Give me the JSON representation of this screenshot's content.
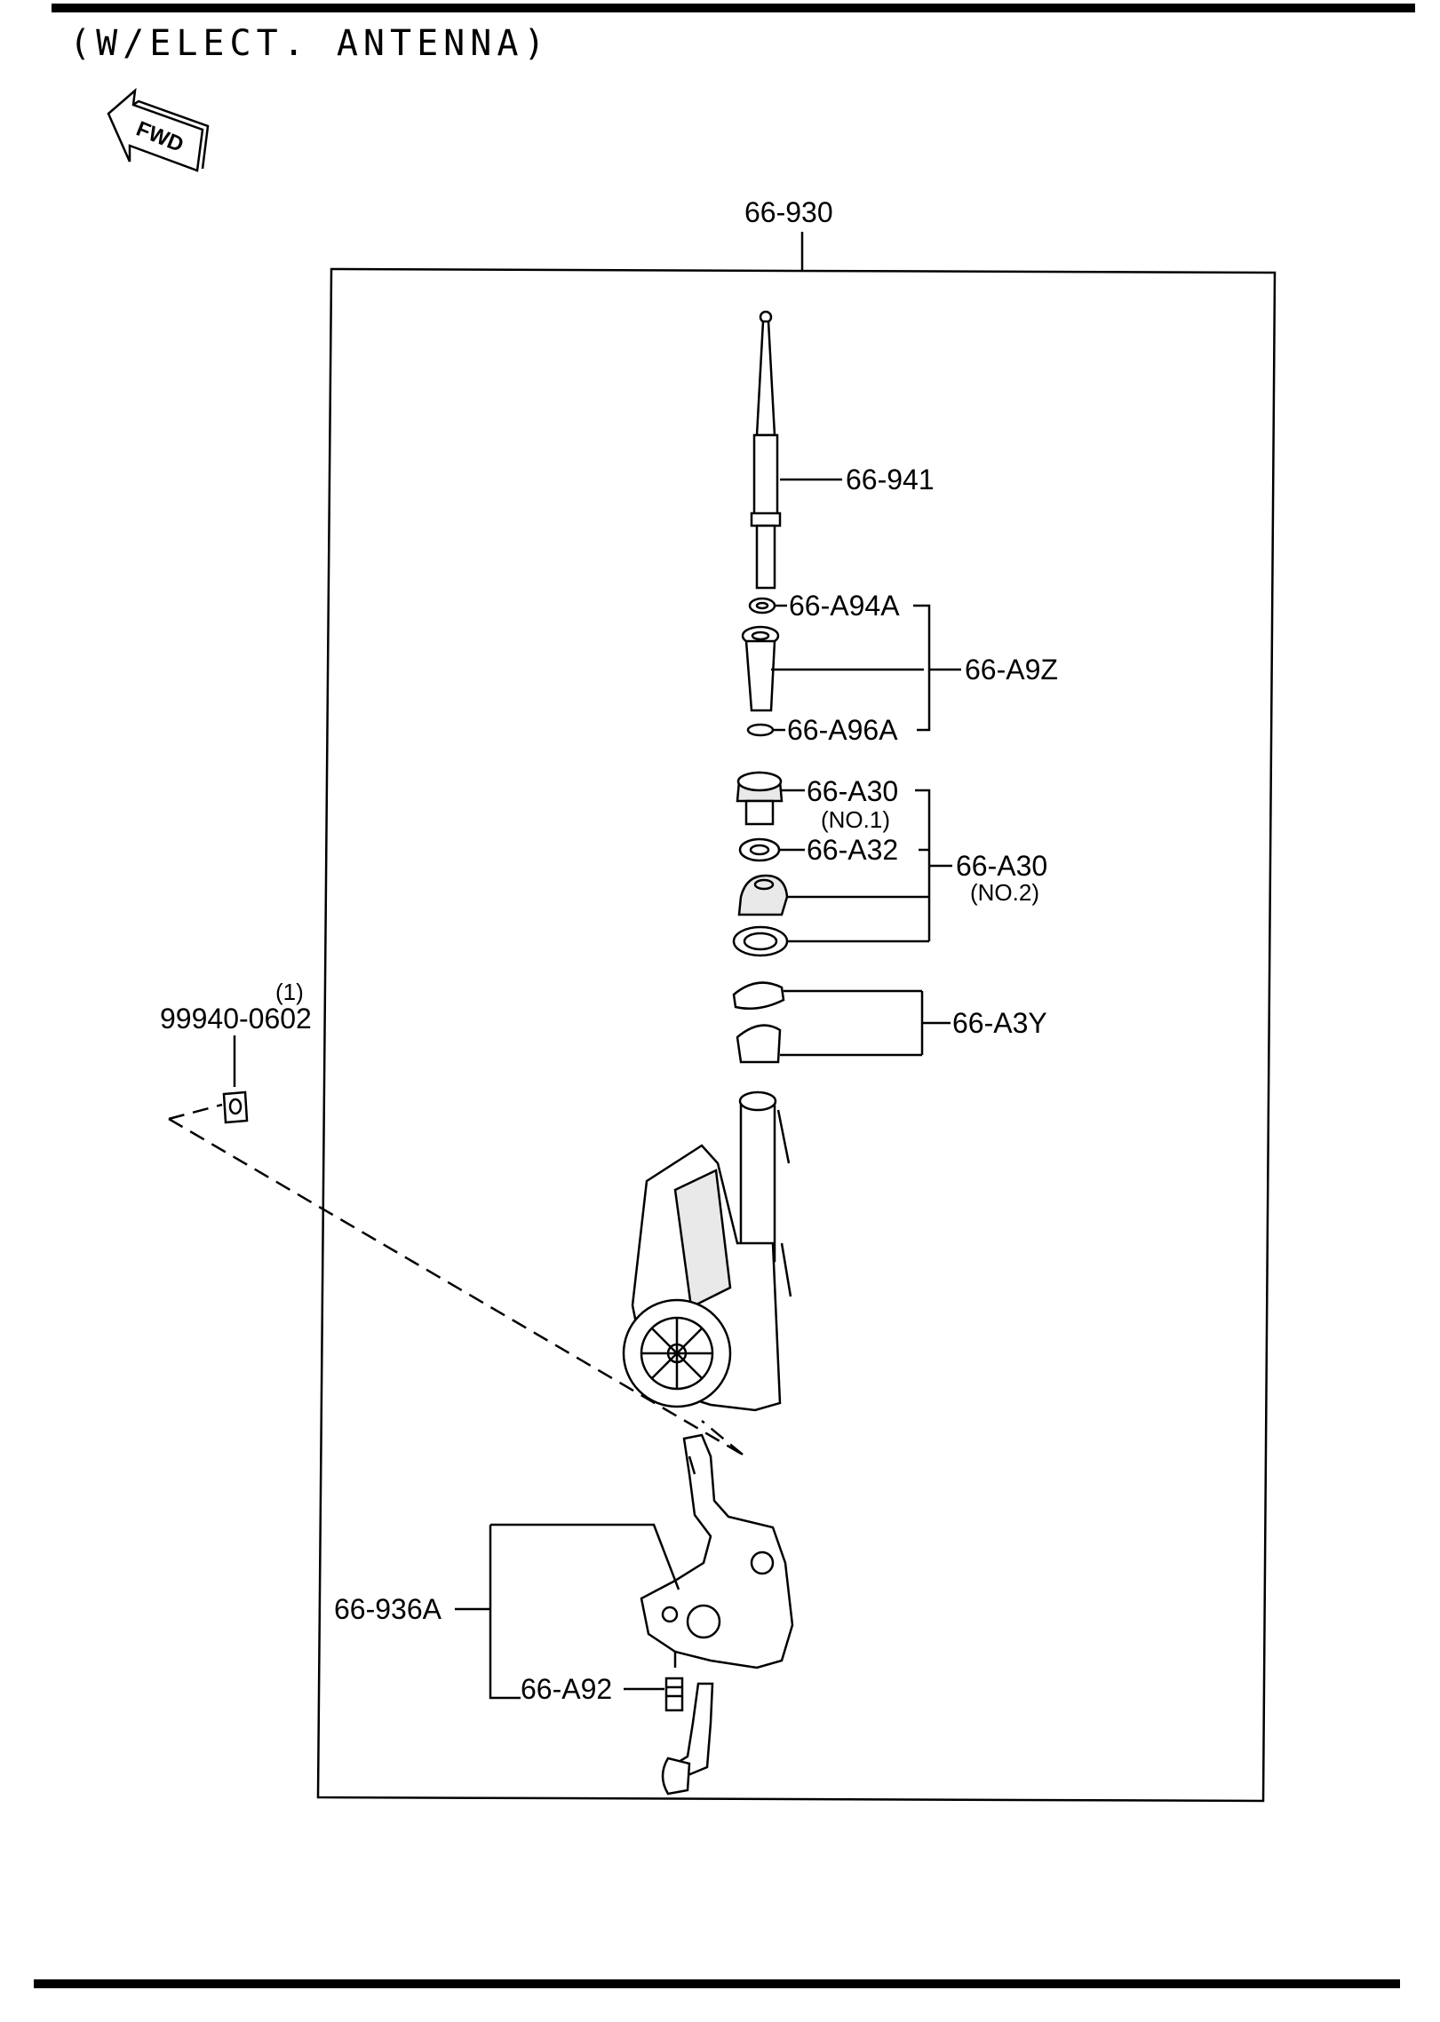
{
  "header": {
    "title": "(W/ELECT. ANTENNA)"
  },
  "fwd_arrow": {
    "label": "FWD",
    "icon": "fwd-arrow-icon"
  },
  "labels": {
    "assembly": "66-930",
    "mast": "66-941",
    "ring_a94a": "66-A94A",
    "holder_a9z": "66-A9Z",
    "ring_a96a": "66-A96A",
    "nut_a30_no1": "66-A30",
    "nut_a30_no1_sub": "(NO.1)",
    "washer_a32": "66-A32",
    "nut_a30_no2": "66-A30",
    "nut_a30_no2_sub": "(NO.2)",
    "grommet_a3y": "66-A3Y",
    "bracket_936a": "66-936A",
    "bolt_a92": "66-A92",
    "nut_qty": "(1)",
    "nut_part": "99940-0602"
  },
  "colors": {
    "ink": "#000000",
    "paper": "#ffffff",
    "shade": "#e9e9e9"
  }
}
